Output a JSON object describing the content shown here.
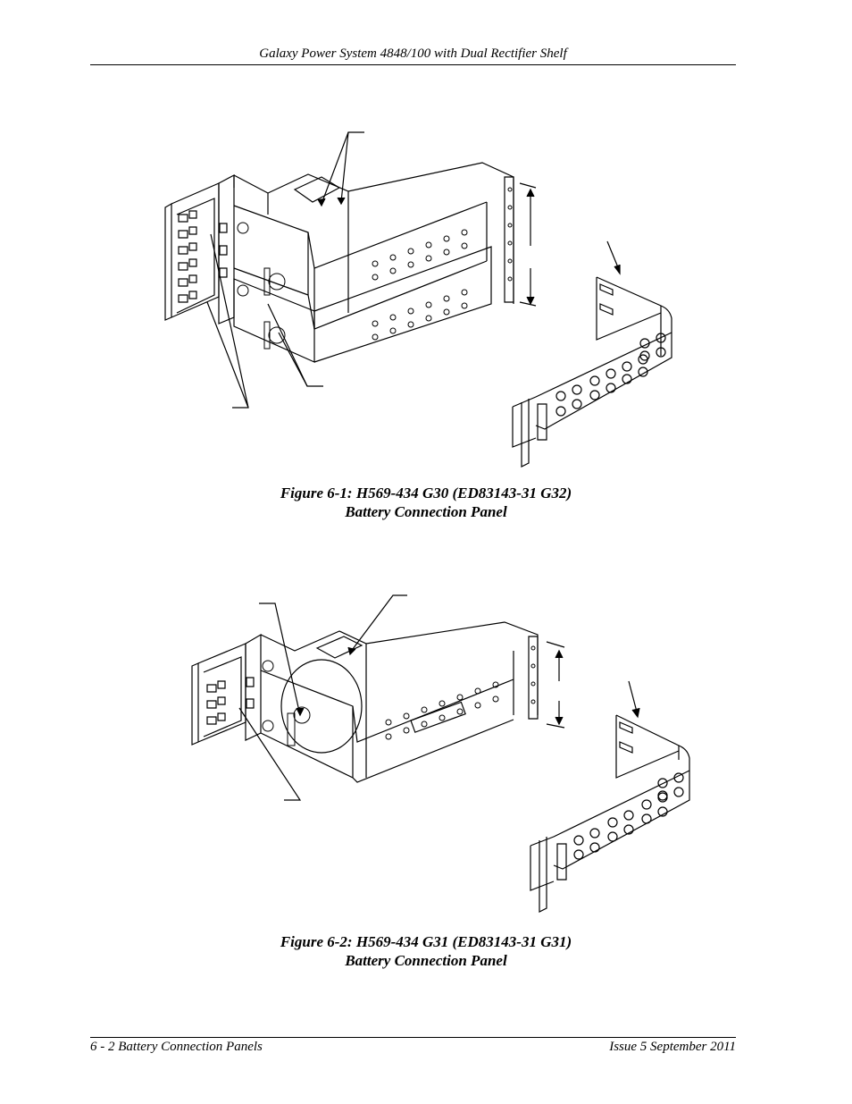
{
  "header": {
    "title": "Galaxy Power System 4848/100 with Dual Rectifier Shelf"
  },
  "figures": [
    {
      "caption_line1": "Figure 6-1: H569-434 G30 (ED83143-31 G32)",
      "caption_line2": "Battery Connection Panel"
    },
    {
      "caption_line1": "Figure 6-2: H569-434 G31 (ED83143-31 G31)",
      "caption_line2": "Battery Connection Panel"
    }
  ],
  "footer": {
    "left": "6 - 2  Battery Connection Panels",
    "right": "Issue 5 September 2011"
  }
}
